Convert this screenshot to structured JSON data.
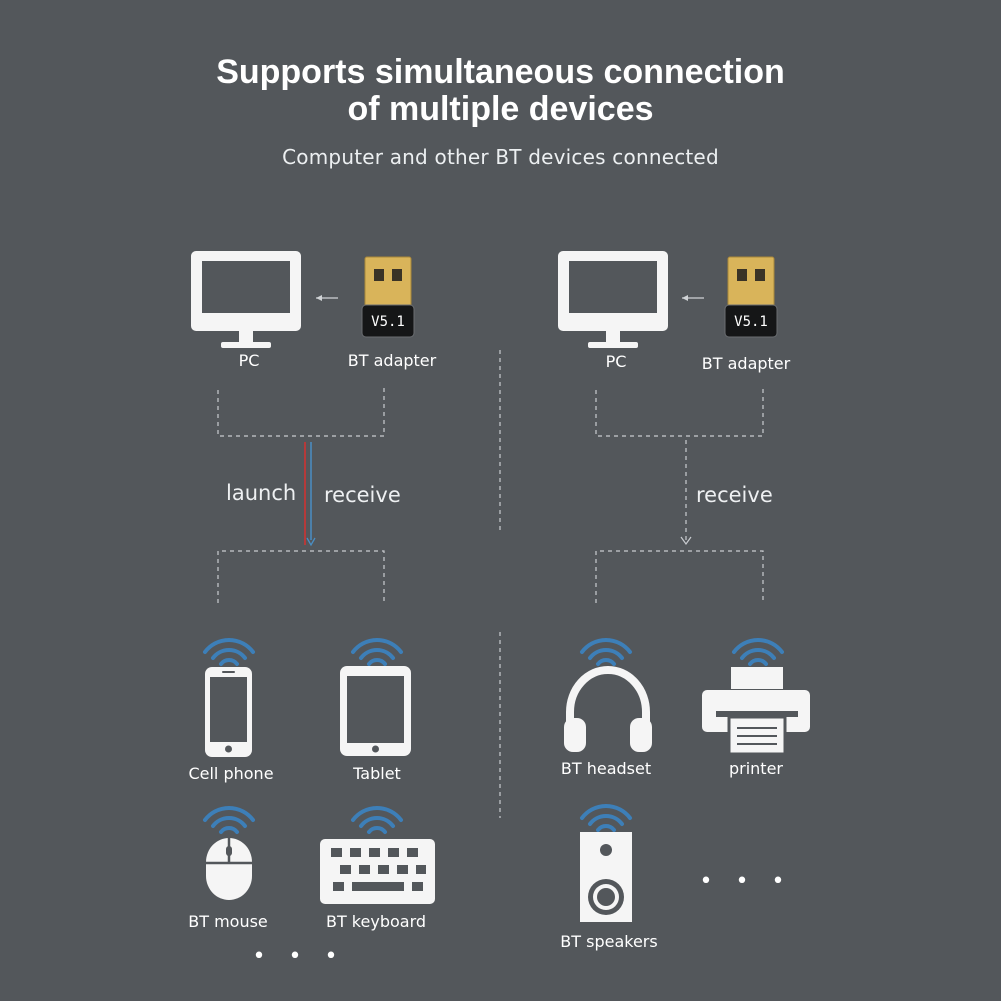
{
  "title_line1": "Supports simultaneous connection",
  "title_line2": "of multiple devices",
  "subtitle": "Computer and other BT devices connected",
  "left": {
    "pc_label": "PC",
    "adapter_label": "BT adapter",
    "adapter_version": "V5.1",
    "launch_label": "launch",
    "receive_label": "receive",
    "devices": [
      "Cell phone",
      "Tablet",
      "BT mouse",
      "BT keyboard"
    ],
    "more": "• • •"
  },
  "right": {
    "pc_label": "PC",
    "adapter_label": "BT adapter",
    "adapter_version": "V5.1",
    "receive_label": "receive",
    "devices": [
      "BT headset",
      "printer",
      "BT speakers"
    ],
    "more": "• • •"
  },
  "colors": {
    "background": "#53575b",
    "icon_white": "#f5f5f5",
    "wifi_blue": "#3d7fb8",
    "launch_red": "#b53a3a",
    "receive_blue": "#4a8fc4",
    "dashed_line": "#c9ccd0",
    "usb_gold": "#c9a24a"
  },
  "icons": [
    "monitor-icon",
    "usb-adapter-icon",
    "wifi-signal-icon",
    "phone-icon",
    "tablet-icon",
    "mouse-icon",
    "keyboard-icon",
    "headset-icon",
    "printer-icon",
    "speaker-icon"
  ]
}
